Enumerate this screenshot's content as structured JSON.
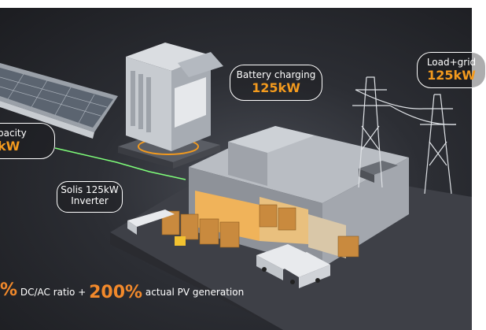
{
  "callouts": {
    "capacity": {
      "label": "pacity",
      "value": "kW"
    },
    "battery": {
      "label": "Battery charging",
      "value": "125kW"
    },
    "grid": {
      "label": "Load+grid",
      "value": "125kW"
    },
    "inverter": {
      "label_line1": "Solis 125kW",
      "label_line2": "Inverter"
    }
  },
  "bottom_line": {
    "prefix_big": "%",
    "dcac": "DC/AC ratio +",
    "pct_big": "200%",
    "suffix": "actual PV generation"
  },
  "colors": {
    "accent": "#f39a1e",
    "background": "#2c2e34"
  }
}
